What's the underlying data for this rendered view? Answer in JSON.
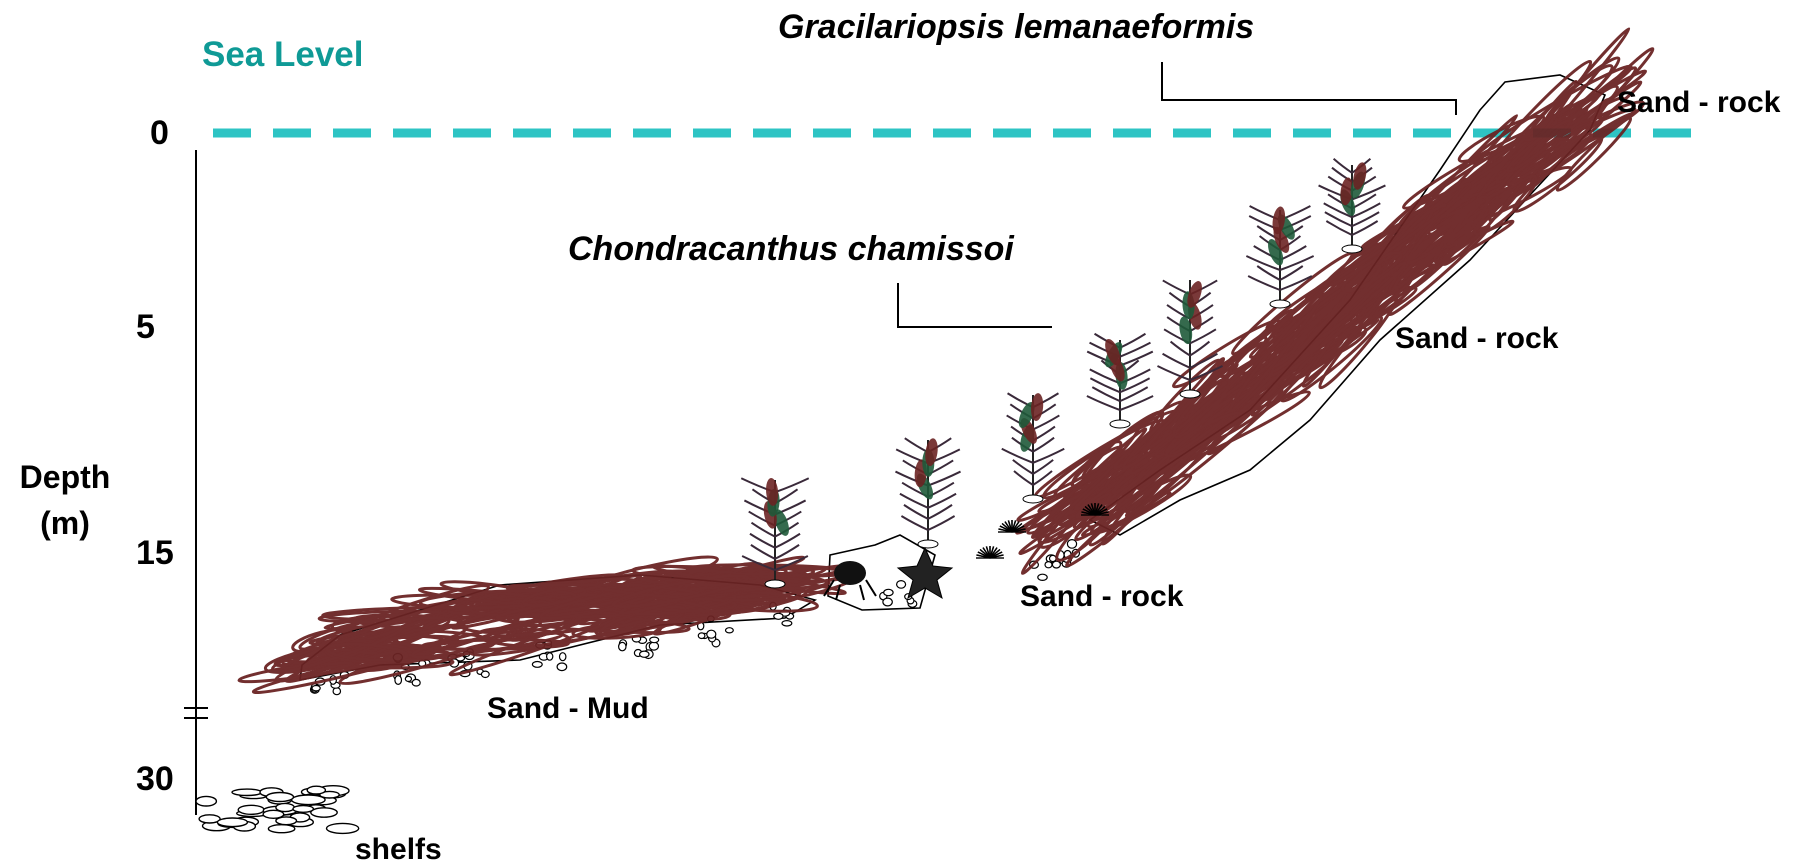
{
  "diagram": {
    "sea_level_label": "Sea Level",
    "depth_axis": {
      "label_line1": "Depth",
      "label_line2": "(m)",
      "ticks": [
        "0",
        "5",
        "15",
        "30"
      ]
    },
    "species": {
      "gracilariopsis": "Gracilariopsis lemanaeformis",
      "chondracanthus": "Chondracanthus  chamissoi"
    },
    "substrates": {
      "top_right": "Sand - rock",
      "upper_right": "Sand - rock",
      "middle": "Sand - rock",
      "lower": "Sand - Mud",
      "deep": "shelfs"
    },
    "colors": {
      "sea_level": "#2ec4c4",
      "sea_label": "#0f9a96",
      "algae_red": "#6b2424",
      "chondracanthus_green": "#1f5a3a"
    }
  }
}
